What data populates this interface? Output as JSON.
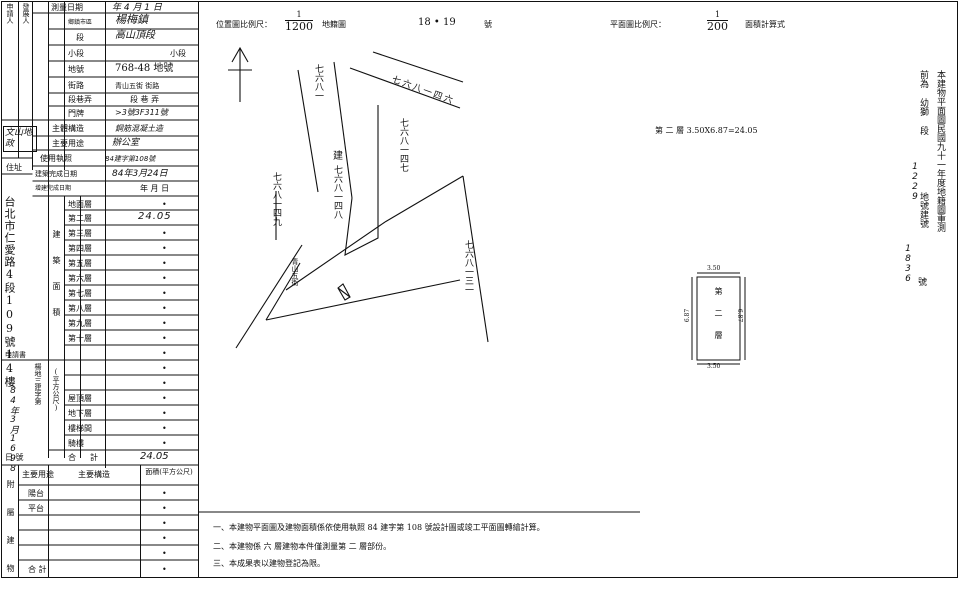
{
  "left_panel": {
    "header_col1": "申請人",
    "header_col2": "發展人",
    "applicant_vertical": "台北市仁愛路4段109號14樓",
    "date_label": "測量日期",
    "date_value": "年 4 月 1 日",
    "stamp_text": "文山地政",
    "address_label": "住址",
    "rows": [
      {
        "label": "鄉鎮市區",
        "value": "楊梅鎮"
      },
      {
        "label": "段",
        "value": "高山頂段"
      },
      {
        "label": "小段",
        "value": "小段"
      },
      {
        "label": "地號",
        "value": "768-48 地號"
      },
      {
        "label": "街路",
        "value": "青山五街 街路"
      },
      {
        "label": "段巷弄",
        "value": "段 巷 弄"
      },
      {
        "label": "門牌",
        "value": ">3號3F311號"
      },
      {
        "label": "主體構造",
        "value": "鋼筋混凝土造"
      },
      {
        "label": "主要用途",
        "value": "辦公室"
      },
      {
        "label": "使用執照",
        "value": "84建字第108號"
      },
      {
        "label": "建築完成日期",
        "value": "84年3月24日"
      },
      {
        "label": "增建完成日期",
        "value": "年 月 日"
      }
    ],
    "floors_title_chars": "建築面積",
    "unit_label": "(平方公尺)",
    "floors": [
      {
        "name": "地面層",
        "value": "•"
      },
      {
        "name": "第二層",
        "value": "24.05"
      },
      {
        "name": "第三層",
        "value": "•"
      },
      {
        "name": "第四層",
        "value": "•"
      },
      {
        "name": "第五層",
        "value": "•"
      },
      {
        "name": "第六層",
        "value": "•"
      },
      {
        "name": "第七層",
        "value": "•"
      },
      {
        "name": "第八層",
        "value": "•"
      },
      {
        "name": "第九層",
        "value": "•"
      },
      {
        "name": "第十層",
        "value": "•"
      },
      {
        "name": "",
        "value": "•"
      },
      {
        "name": "",
        "value": "•"
      },
      {
        "name": "",
        "value": "•"
      },
      {
        "name": "屋頂層",
        "value": "•"
      },
      {
        "name": "地下層",
        "value": "•"
      },
      {
        "name": "樓梯間",
        "value": "•"
      },
      {
        "name": "騎樓",
        "value": "•"
      }
    ],
    "total_label": "合計",
    "total_value": "24.05",
    "app_label": "申請書",
    "app_vertical": "楊地三建字第",
    "app_hand": "84年3月1698",
    "app_day": "日 號",
    "attach_side": "附屬建物",
    "attach_head": [
      "主要用途",
      "主要構造",
      "面積(平方公尺)"
    ],
    "attach_rows": [
      {
        "use": "陽台",
        "value": "•"
      },
      {
        "use": "平台",
        "value": "•"
      },
      {
        "use": "",
        "value": "•"
      },
      {
        "use": "",
        "value": "•"
      },
      {
        "use": "",
        "value": "•"
      }
    ],
    "attach_total_label": "合 計",
    "attach_total_value": "•"
  },
  "header": {
    "location_scale_label": "位置圖比例尺：",
    "location_scale_num": "1",
    "location_scale_den": "1200",
    "cadastral_label": "地籍圖",
    "sheet_no": "18 • 19",
    "sheet_suffix": "號",
    "plan_scale_label": "平面圖比例尺：",
    "plan_scale_num": "1",
    "plan_scale_den": "200",
    "area_calc": "面積計算式"
  },
  "map": {
    "north_arrow": "north-arrow",
    "labels": [
      {
        "text": "七六八一",
        "id": "768-1"
      },
      {
        "text": "七六八一四六",
        "id": "768-46"
      },
      {
        "text": "建",
        "id": "jian"
      },
      {
        "text": "七六八一四八",
        "id": "768-48"
      },
      {
        "text": "七六八一四七",
        "id": "768-47"
      },
      {
        "text": "七六八一四九",
        "id": "768-49"
      },
      {
        "text": "青山五街",
        "id": "street"
      },
      {
        "text": "七六八一三一",
        "id": "768-31"
      }
    ]
  },
  "calc": {
    "floor2_formula": "第 二 層 3.50X6.87=24.05"
  },
  "floorplan": {
    "top_dim": "3.50",
    "bottom_dim": "3.50",
    "left_dim": "6.87",
    "right_dim": "6.87",
    "inner_text": "第二層"
  },
  "survey_side": {
    "col1": "本建物平面圖民國九十一年度地籍圖重測",
    "col2": "前為 幼獅 段",
    "hand1": "1229",
    "col3": "地號建號",
    "hand2": "1836",
    "col4": "號"
  },
  "notes": [
    "一、本建物平面圖及建物面積係依使用執照 84 建字第 108 號設計圖或竣工平面圖轉繪計算。",
    "二、本建物係 六 層建物本件僅測量第 二 層部份。",
    "三、本成果表以建物登記為限。"
  ]
}
